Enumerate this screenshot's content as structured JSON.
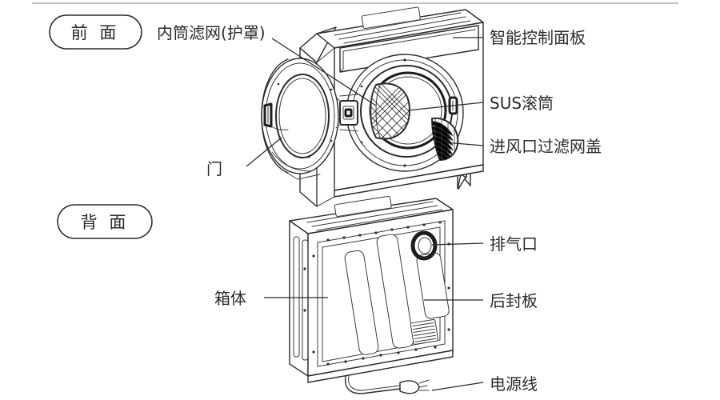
{
  "diagram": {
    "title_front": "前 面",
    "title_back": "背 面",
    "front_view": {
      "labels": {
        "inner_drum_filter": "内筒滤网(护罩)",
        "control_panel": "智能控制面板",
        "sus_drum": "SUS滚筒",
        "air_inlet_filter_cover": "进风口过滤网盖",
        "door": "门"
      }
    },
    "back_view": {
      "labels": {
        "exhaust_port": "排气口",
        "cabinet": "箱体",
        "rear_cover_plate": "后封板",
        "power_cord": "电源线"
      }
    },
    "colors": {
      "line": "#2b2b2b",
      "line_light": "#9a9a9a",
      "text": "#2b2b2b",
      "background": "#ffffff"
    }
  }
}
